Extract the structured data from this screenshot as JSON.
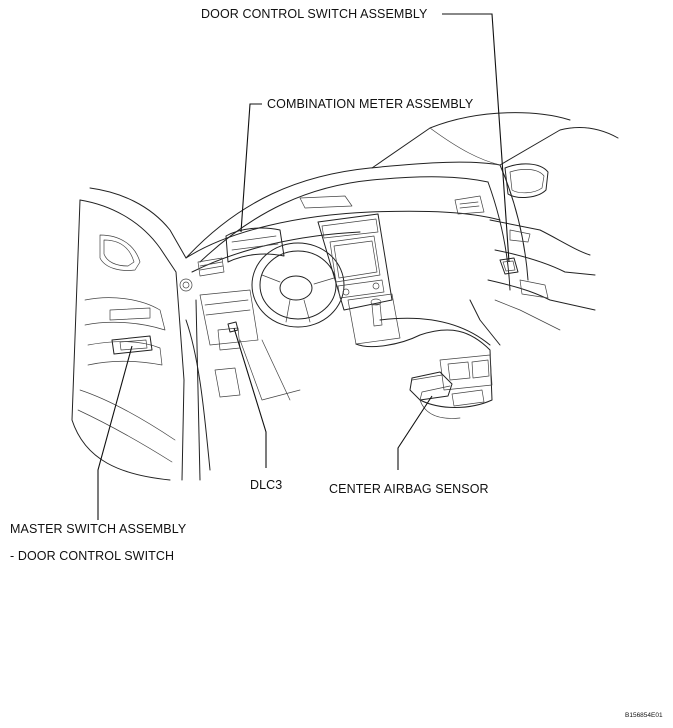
{
  "labels": {
    "door_control_switch": "DOOR CONTROL SWITCH ASSEMBLY",
    "combination_meter": "COMBINATION METER ASSEMBLY",
    "dlc3": "DLC3",
    "center_airbag_sensor": "CENTER AIRBAG SENSOR",
    "master_switch_line1": "MASTER SWITCH ASSEMBLY",
    "master_switch_line2": "- DOOR CONTROL SWITCH"
  },
  "figure_id": "B156854E01"
}
